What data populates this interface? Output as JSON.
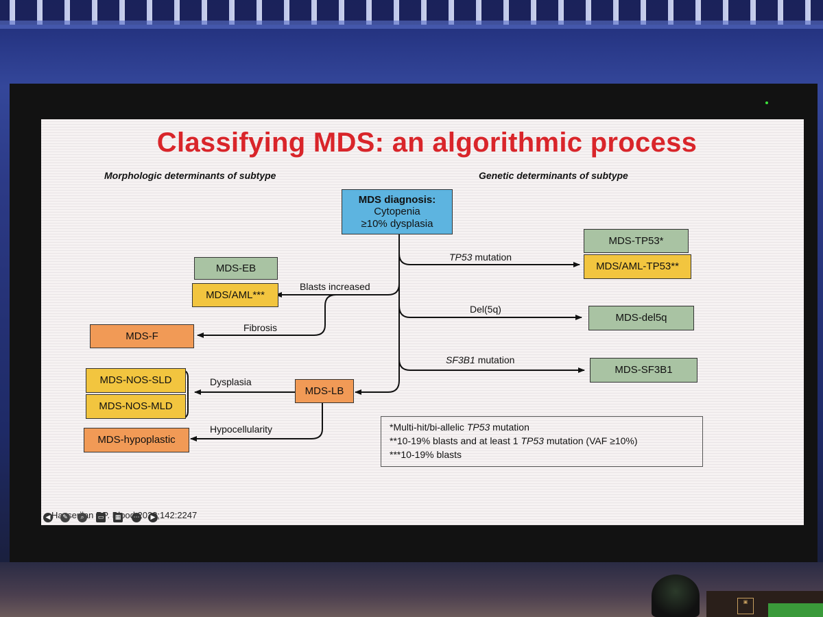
{
  "slide": {
    "title": "Classifying MDS: an algorithmic process",
    "morph_heading": "Morphologic determinants of subtype",
    "genetic_heading": "Genetic determinants of subtype"
  },
  "diagnosis": {
    "line1": "MDS diagnosis:",
    "line2": "Cytopenia",
    "line3": "≥10% dysplasia"
  },
  "boxes": {
    "eb": "MDS-EB",
    "aml": "MDS/AML***",
    "f": "MDS-F",
    "nos_sld": "MDS-NOS-SLD",
    "nos_mld": "MDS-NOS-MLD",
    "hypoplastic": "MDS-hypoplastic",
    "lb": "MDS-LB",
    "tp53": "MDS-TP53*",
    "aml_tp53": "MDS/AML-TP53**",
    "del5q": "MDS-del5q",
    "sf3b1": "MDS-SF3B1"
  },
  "edges": {
    "tp53_gene": "TP53",
    "tp53_rest": " mutation",
    "del5q": "Del(5q)",
    "sf3b1_gene": "SF3B1",
    "sf3b1_rest": " mutation",
    "blasts": "Blasts increased",
    "fibrosis": "Fibrosis",
    "dysplasia": "Dysplasia",
    "hypocellularity": "Hypocellularity"
  },
  "legend": {
    "l1_pre": "*Multi-hit/bi-allelic ",
    "l1_gene": "TP53",
    "l1_post": " mutation",
    "l2_pre": "**10-19% blasts and at least 1 ",
    "l2_gene": "TP53",
    "l2_post": " mutation (VAF ≥10%)",
    "l3": "***10-19% blasts"
  },
  "citation": "Hasserjian RP. Blood 2023;142:2247",
  "colors": {
    "title": "#d9252a",
    "green": "#a9c3a3",
    "yellow": "#f2c53f",
    "orange": "#f19a56",
    "blue": "#5db4e0"
  }
}
